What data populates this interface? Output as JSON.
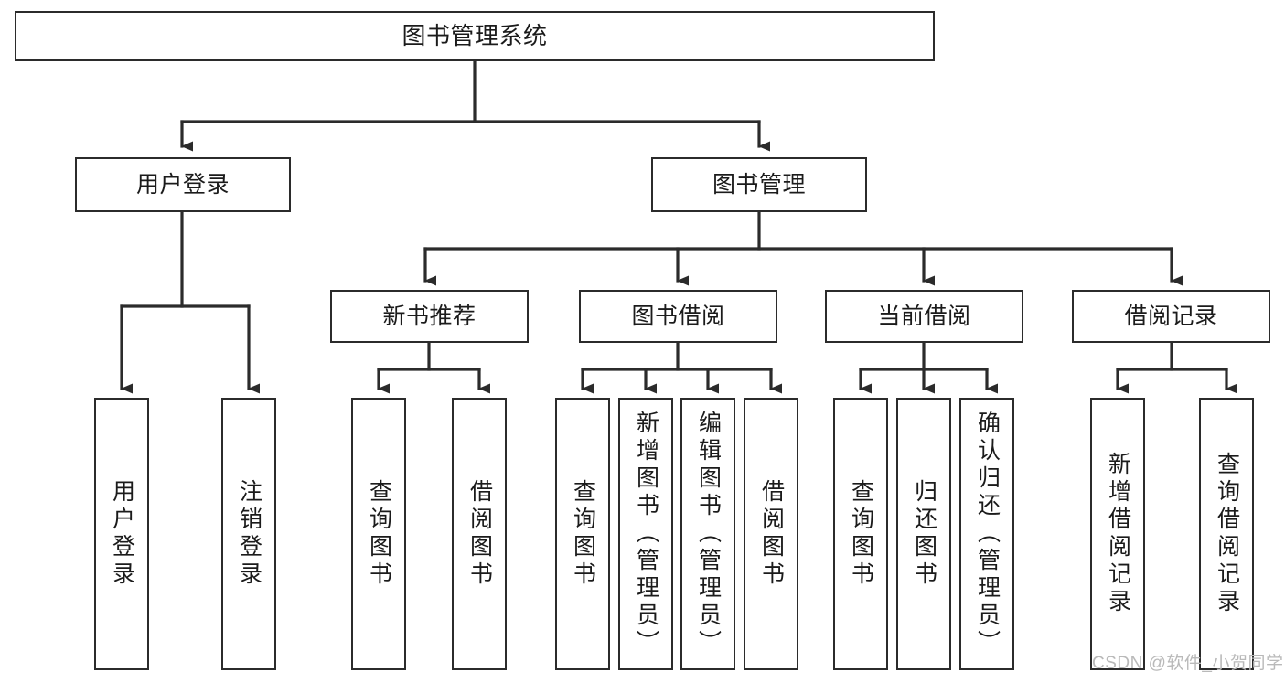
{
  "diagram": {
    "type": "tree",
    "title": "图书管理系统",
    "orientation": "top-down",
    "colors": {
      "box_border": "#2b2b2b",
      "box_fill": "#ffffff",
      "edge": "#2b2b2b",
      "text": "#1b1b1b",
      "watermark": "#b9b9b9"
    },
    "nodes": {
      "root": {
        "label": "图书管理系统",
        "orientation": "horizontal"
      },
      "level2": [
        {
          "label": "用户登录",
          "orientation": "horizontal"
        },
        {
          "label": "图书管理",
          "orientation": "horizontal"
        }
      ],
      "level3": [
        {
          "label": "新书推荐",
          "orientation": "horizontal"
        },
        {
          "label": "图书借阅",
          "orientation": "horizontal"
        },
        {
          "label": "当前借阅",
          "orientation": "horizontal"
        },
        {
          "label": "借阅记录",
          "orientation": "horizontal"
        }
      ],
      "leaves": [
        {
          "label": "用户登录",
          "orientation": "vertical",
          "parent": "用户登录"
        },
        {
          "label": "注销登录",
          "orientation": "vertical",
          "parent": "用户登录"
        },
        {
          "label": "查询图书",
          "orientation": "vertical",
          "parent": "新书推荐"
        },
        {
          "label": "借阅图书",
          "orientation": "vertical",
          "parent": "新书推荐"
        },
        {
          "label": "查询图书",
          "orientation": "vertical",
          "parent": "图书借阅"
        },
        {
          "label": "新增图书（管理员）",
          "orientation": "vertical",
          "parent": "图书借阅"
        },
        {
          "label": "编辑图书（管理员）",
          "orientation": "vertical",
          "parent": "图书借阅"
        },
        {
          "label": "借阅图书",
          "orientation": "vertical",
          "parent": "图书借阅"
        },
        {
          "label": "查询图书",
          "orientation": "vertical",
          "parent": "当前借阅"
        },
        {
          "label": "归还图书",
          "orientation": "vertical",
          "parent": "当前借阅"
        },
        {
          "label": "确认归还（管理员）",
          "orientation": "vertical",
          "parent": "当前借阅"
        },
        {
          "label": "新增借阅记录",
          "orientation": "vertical",
          "parent": "借阅记录"
        },
        {
          "label": "查询借阅记录",
          "orientation": "vertical",
          "parent": "借阅记录"
        }
      ]
    }
  },
  "watermark": {
    "text": "CSDN @软件_小贺同学"
  }
}
